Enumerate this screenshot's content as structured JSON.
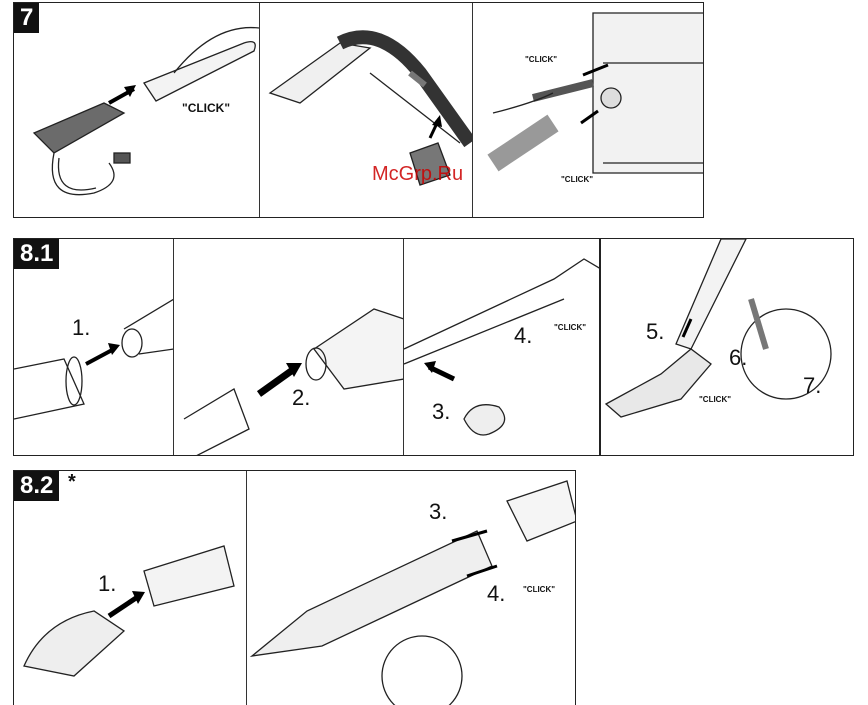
{
  "sections": {
    "s7": {
      "label": "7"
    },
    "s81": {
      "label": "8.1"
    },
    "s82": {
      "label": "8.2",
      "asterisk": "*"
    }
  },
  "click_text": "\"CLICK\"",
  "steps": {
    "s81": [
      "1.",
      "2.",
      "3.",
      "4.",
      "5.",
      "6.",
      "7."
    ],
    "s82": [
      "1.",
      "3.",
      "4."
    ]
  },
  "watermark": "McGrp.Ru"
}
